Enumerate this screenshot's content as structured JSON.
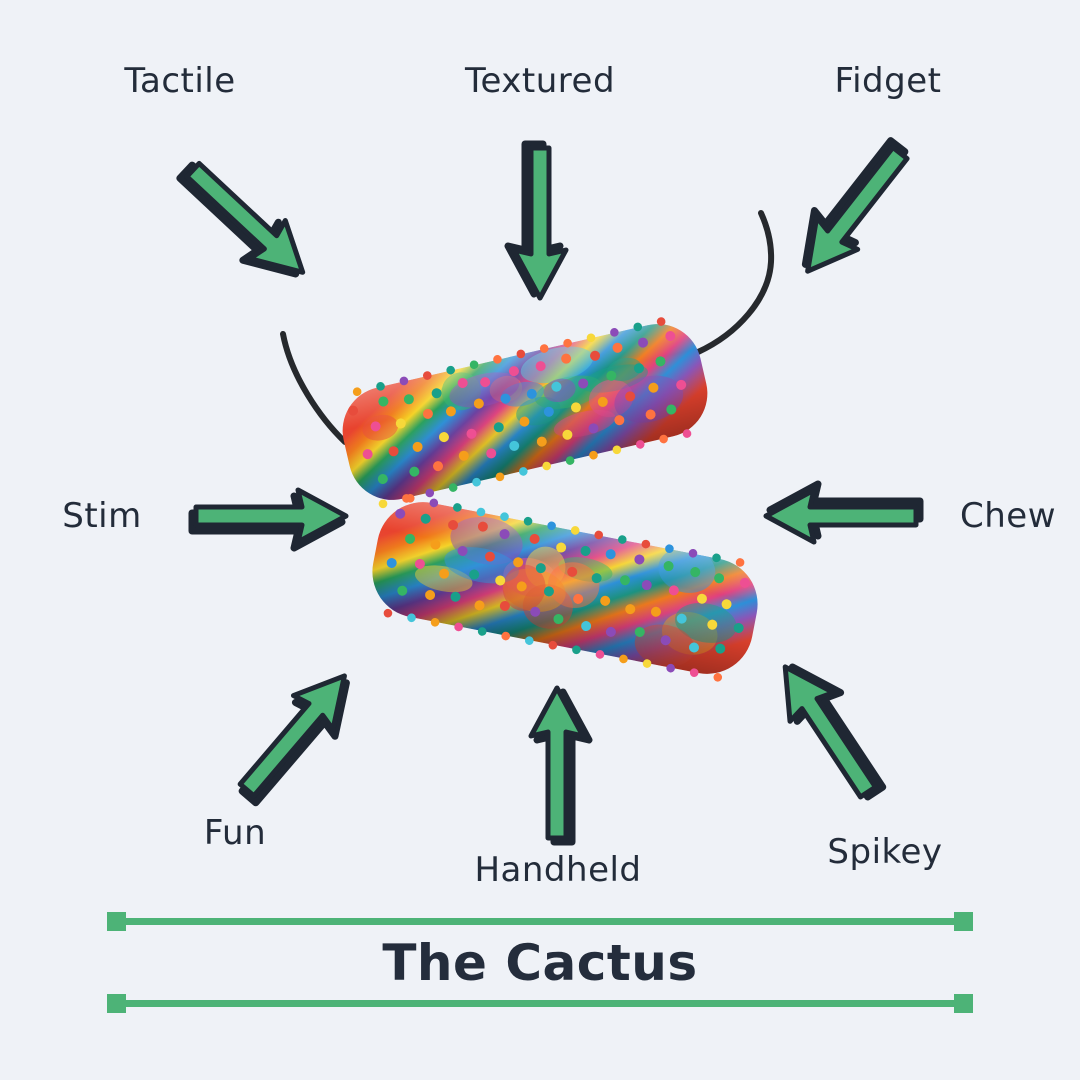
{
  "title": "The Cactus",
  "features": [
    {
      "id": "tactile",
      "label": "Tactile"
    },
    {
      "id": "textured",
      "label": "Textured"
    },
    {
      "id": "fidget",
      "label": "Fidget"
    },
    {
      "id": "stim",
      "label": "Stim"
    },
    {
      "id": "chew",
      "label": "Chew"
    },
    {
      "id": "fun",
      "label": "Fun"
    },
    {
      "id": "handheld",
      "label": "Handheld"
    },
    {
      "id": "spikey",
      "label": "Spikey"
    }
  ],
  "icons": {
    "arrows": [
      "arrow-down-right-icon",
      "arrow-down-icon",
      "arrow-down-left-icon",
      "arrow-right-icon",
      "arrow-left-icon",
      "arrow-up-right-icon",
      "arrow-up-icon",
      "arrow-up-left-icon"
    ]
  },
  "colors": {
    "background": "#eff2f7",
    "arrow_green": "#4db377",
    "outline_dark": "#1f2733",
    "label_text": "#232c3a",
    "title_text": "#242d3c",
    "accent_line": "#4db377",
    "cord_black": "#26292d",
    "product_palette": [
      "#e74c3c",
      "#f59e1b",
      "#f7d83a",
      "#35b564",
      "#2d93dd",
      "#8b4bb8",
      "#ee4f93",
      "#19a08a",
      "#ff7340",
      "#44c5da"
    ]
  }
}
